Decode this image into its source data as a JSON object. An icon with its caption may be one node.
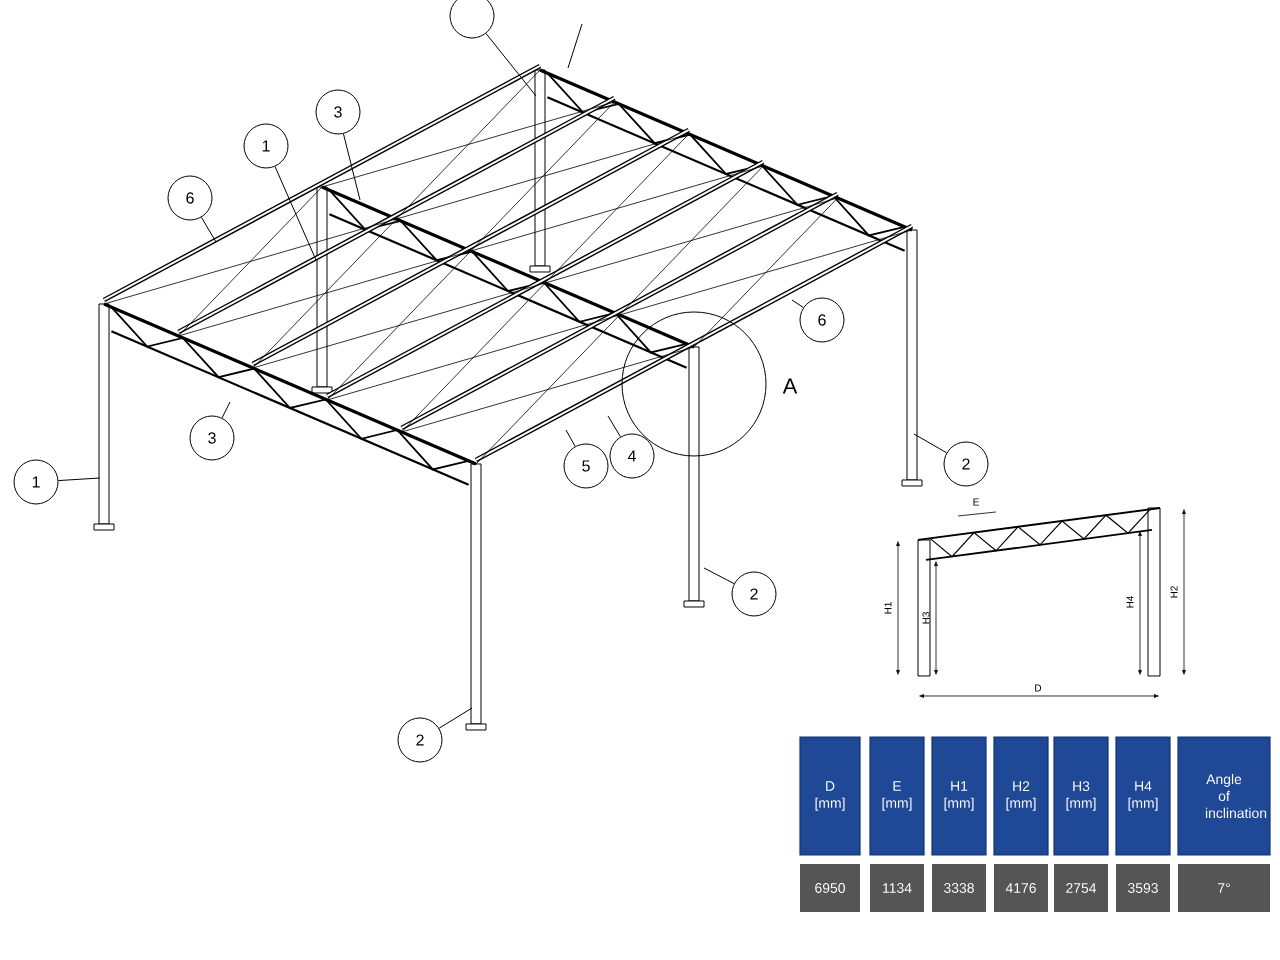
{
  "diagram": {
    "nodes": [
      {
        "text": [],
        "shape": "circle"
      },
      {
        "text": [
          "3"
        ]
      },
      {
        "text": [
          "1"
        ]
      },
      {
        "text": [
          "6"
        ]
      },
      {
        "text": [
          "6"
        ]
      },
      {
        "text": [
          "1"
        ]
      },
      {
        "text": [
          "3"
        ]
      },
      {
        "text": [
          "5"
        ]
      },
      {
        "text": [
          "4"
        ]
      },
      {
        "text": [
          "2"
        ]
      },
      {
        "text": [
          "2"
        ]
      },
      {
        "text": [
          "2"
        ]
      }
    ],
    "edges": [
      {
        "from": 0,
        "to": null,
        "arrow": "none"
      },
      {
        "from": 1,
        "to": null,
        "arrow": "none"
      },
      {
        "from": 2,
        "to": null,
        "arrow": "none"
      },
      {
        "from": 3,
        "to": null,
        "arrow": "none"
      },
      {
        "from": 4,
        "to": null,
        "arrow": "none"
      },
      {
        "from": 5,
        "to": null,
        "arrow": "none"
      },
      {
        "from": 6,
        "to": null,
        "arrow": "none"
      },
      {
        "from": 7,
        "to": null,
        "arrow": "none"
      },
      {
        "from": 8,
        "to": null,
        "arrow": "none"
      },
      {
        "from": 9,
        "to": null,
        "arrow": "none"
      },
      {
        "from": 10,
        "to": null,
        "arrow": "none"
      },
      {
        "from": 11,
        "to": null,
        "arrow": "none"
      }
    ],
    "labels": [
      "A",
      "E",
      "H1",
      "H3",
      "H4",
      "H2",
      "D",
      "D [mm]",
      "E [mm]",
      "H1 [mm]",
      "H2 [mm]",
      "H3 [mm]",
      "H4 [mm]",
      "Angle of inclination",
      "6950",
      "1134",
      "3338",
      "4176",
      "2754",
      "3593",
      "7°"
    ]
  }
}
